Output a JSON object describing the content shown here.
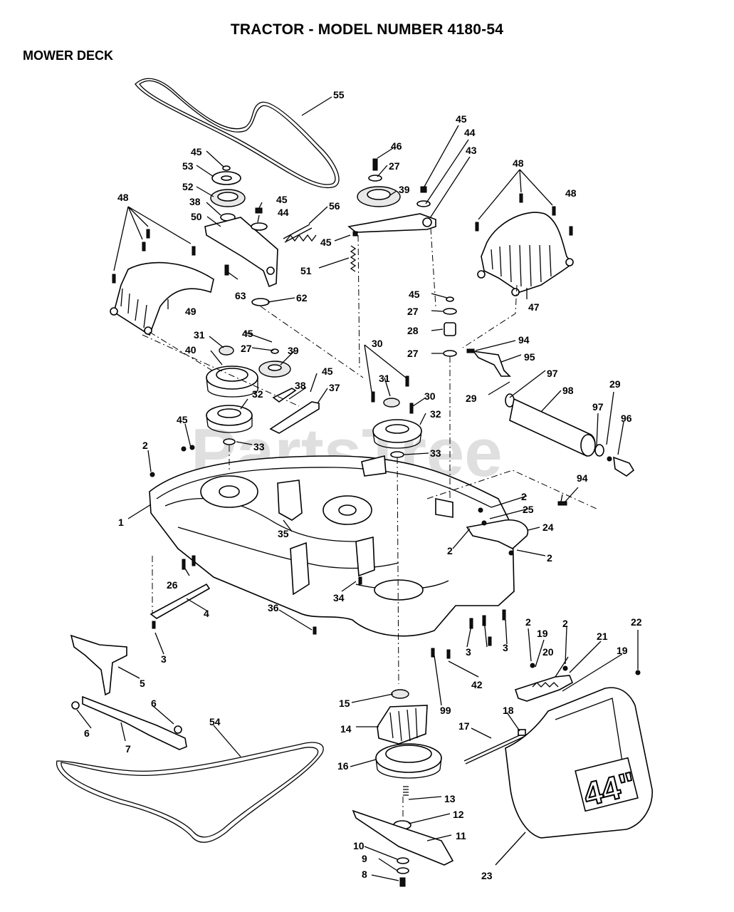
{
  "title": "TRACTOR - MODEL NUMBER 4180-54",
  "subtitle": "MOWER DECK",
  "watermark": "PartsTree",
  "decal_text": "44\"",
  "callouts": [
    {
      "id": "c55",
      "text": "55"
    },
    {
      "id": "c45a",
      "text": "45"
    },
    {
      "id": "c53",
      "text": "53"
    },
    {
      "id": "c52",
      "text": "52"
    },
    {
      "id": "c38a",
      "text": "38"
    },
    {
      "id": "c50",
      "text": "50"
    },
    {
      "id": "c45b",
      "text": "45"
    },
    {
      "id": "c44a",
      "text": "44"
    },
    {
      "id": "c56",
      "text": "56"
    },
    {
      "id": "c45c",
      "text": "45"
    },
    {
      "id": "c51",
      "text": "51"
    },
    {
      "id": "c63",
      "text": "63"
    },
    {
      "id": "c62",
      "text": "62"
    },
    {
      "id": "c48a",
      "text": "48"
    },
    {
      "id": "c49",
      "text": "49"
    },
    {
      "id": "c46",
      "text": "46"
    },
    {
      "id": "c27a",
      "text": "27"
    },
    {
      "id": "c39a",
      "text": "39"
    },
    {
      "id": "c45d",
      "text": "45"
    },
    {
      "id": "c44b",
      "text": "44"
    },
    {
      "id": "c43",
      "text": "43"
    },
    {
      "id": "c48b",
      "text": "48"
    },
    {
      "id": "c48c",
      "text": "48"
    },
    {
      "id": "c47",
      "text": "47"
    },
    {
      "id": "c45e",
      "text": "45"
    },
    {
      "id": "c27b",
      "text": "27"
    },
    {
      "id": "c28",
      "text": "28"
    },
    {
      "id": "c27c",
      "text": "27"
    },
    {
      "id": "c94a",
      "text": "94"
    },
    {
      "id": "c95",
      "text": "95"
    },
    {
      "id": "c97a",
      "text": "97"
    },
    {
      "id": "c98",
      "text": "98"
    },
    {
      "id": "c29a",
      "text": "29"
    },
    {
      "id": "c29b",
      "text": "29"
    },
    {
      "id": "c97b",
      "text": "97"
    },
    {
      "id": "c96",
      "text": "96"
    },
    {
      "id": "c31a",
      "text": "31"
    },
    {
      "id": "c45f",
      "text": "45"
    },
    {
      "id": "c27d",
      "text": "27"
    },
    {
      "id": "c39b",
      "text": "39"
    },
    {
      "id": "c40",
      "text": "40"
    },
    {
      "id": "c45g",
      "text": "45"
    },
    {
      "id": "c38b",
      "text": "38"
    },
    {
      "id": "c37",
      "text": "37"
    },
    {
      "id": "c32a",
      "text": "32"
    },
    {
      "id": "c30a",
      "text": "30"
    },
    {
      "id": "c31b",
      "text": "31"
    },
    {
      "id": "c30b",
      "text": "30"
    },
    {
      "id": "c32b",
      "text": "32"
    },
    {
      "id": "c33a",
      "text": "33"
    },
    {
      "id": "c33b",
      "text": "33"
    },
    {
      "id": "c45h",
      "text": "45"
    },
    {
      "id": "c2a",
      "text": "2"
    },
    {
      "id": "c1",
      "text": "1"
    },
    {
      "id": "c35",
      "text": "35"
    },
    {
      "id": "c94b",
      "text": "94"
    },
    {
      "id": "c2b",
      "text": "2"
    },
    {
      "id": "c25",
      "text": "25"
    },
    {
      "id": "c24",
      "text": "24"
    },
    {
      "id": "c2c",
      "text": "2"
    },
    {
      "id": "c2d",
      "text": "2"
    },
    {
      "id": "c26",
      "text": "26"
    },
    {
      "id": "c34",
      "text": "34"
    },
    {
      "id": "c4",
      "text": "4"
    },
    {
      "id": "c36",
      "text": "36"
    },
    {
      "id": "c3a",
      "text": "3"
    },
    {
      "id": "c3b",
      "text": "3"
    },
    {
      "id": "c3c",
      "text": "3"
    },
    {
      "id": "c42",
      "text": "42"
    },
    {
      "id": "c99",
      "text": "99"
    },
    {
      "id": "c2e",
      "text": "2"
    },
    {
      "id": "c19a",
      "text": "19"
    },
    {
      "id": "c2f",
      "text": "2"
    },
    {
      "id": "c21",
      "text": "21"
    },
    {
      "id": "c22",
      "text": "22"
    },
    {
      "id": "c20",
      "text": "20"
    },
    {
      "id": "c19b",
      "text": "19"
    },
    {
      "id": "c5",
      "text": "5"
    },
    {
      "id": "c6a",
      "text": "6"
    },
    {
      "id": "c6b",
      "text": "6"
    },
    {
      "id": "c7",
      "text": "7"
    },
    {
      "id": "c54",
      "text": "54"
    },
    {
      "id": "c15",
      "text": "15"
    },
    {
      "id": "c14",
      "text": "14"
    },
    {
      "id": "c18",
      "text": "18"
    },
    {
      "id": "c17",
      "text": "17"
    },
    {
      "id": "c16",
      "text": "16"
    },
    {
      "id": "c13",
      "text": "13"
    },
    {
      "id": "c12",
      "text": "12"
    },
    {
      "id": "c11",
      "text": "11"
    },
    {
      "id": "c10",
      "text": "10"
    },
    {
      "id": "c9",
      "text": "9"
    },
    {
      "id": "c8",
      "text": "8"
    },
    {
      "id": "c23",
      "text": "23"
    }
  ]
}
